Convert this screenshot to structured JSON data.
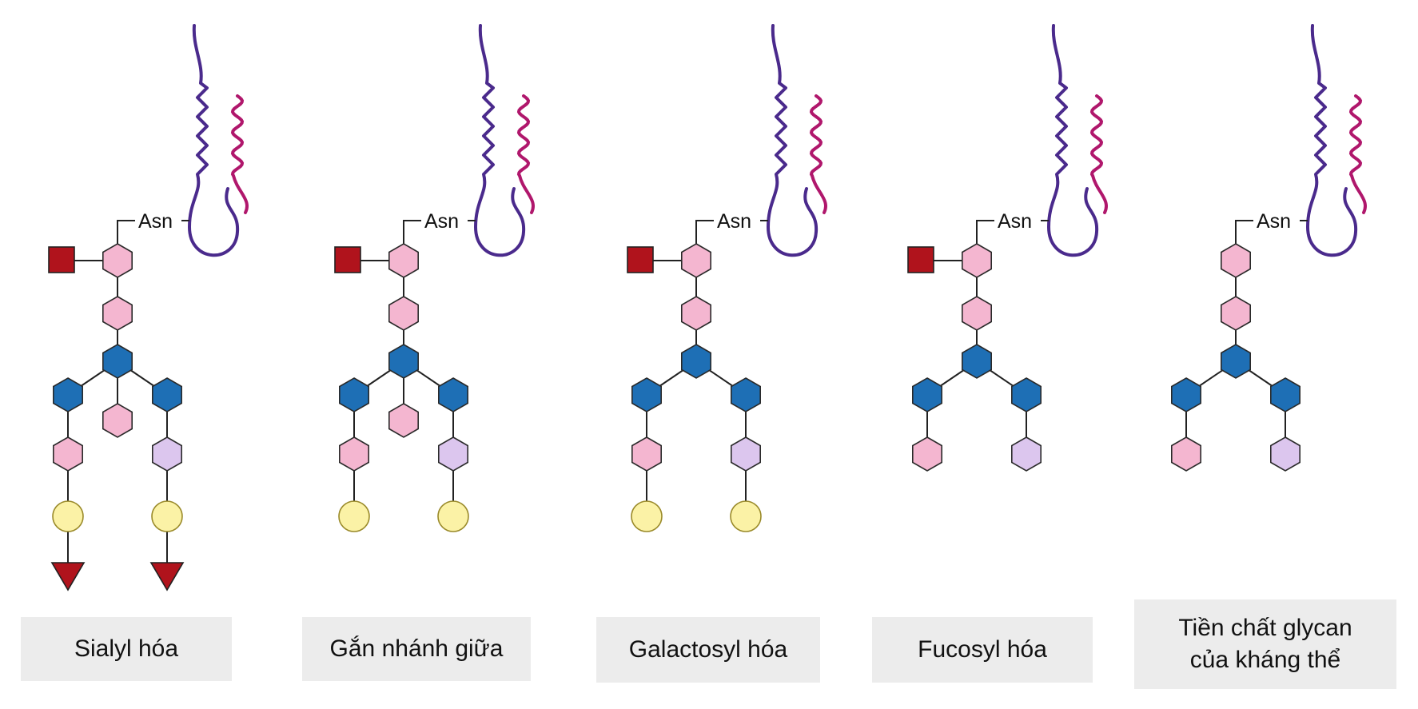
{
  "diagram": {
    "asn_label": "Asn",
    "colors": {
      "heavy_chain": "#4a2a8c",
      "light_chain": "#b0176c",
      "glcnac": "#1e6fb5",
      "mannose_pink": "#f4b6d0",
      "mannose_lilac": "#dcc6ee",
      "galactose": "#fbf2a6",
      "fucose": "#b0131c",
      "sialic_acid": "#b0131c"
    },
    "panels": [
      {
        "label": "Sialyl hóa",
        "fucose": true,
        "bisecting": true,
        "galactose": true,
        "sialic": true
      },
      {
        "label": "Gắn nhánh giữa",
        "fucose": true,
        "bisecting": true,
        "galactose": true,
        "sialic": false
      },
      {
        "label": "Galactosyl hóa",
        "fucose": true,
        "bisecting": false,
        "galactose": true,
        "sialic": false
      },
      {
        "label": "Fucosyl hóa",
        "fucose": true,
        "bisecting": false,
        "galactose": false,
        "sialic": false
      },
      {
        "label": "Tiền chất glycan\ncủa kháng thể",
        "fucose": false,
        "bisecting": false,
        "galactose": false,
        "sialic": false
      }
    ]
  }
}
